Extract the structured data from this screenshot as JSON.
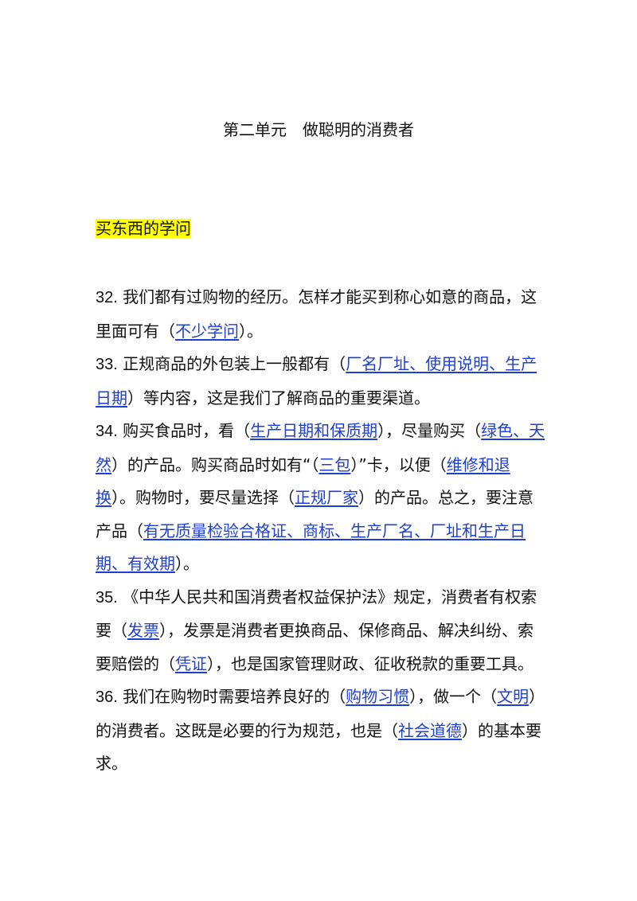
{
  "document": {
    "title": "第二单元　做聪明的消费者",
    "section_heading": "买东西的学问",
    "items": [
      {
        "number": "32.",
        "segments": [
          {
            "text": " 我们都有过购物的经历。怎样才能买到称心如意的商品，这里面可有（"
          },
          {
            "text": "不少学问",
            "answer": true
          },
          {
            "text": "）。"
          }
        ]
      },
      {
        "number": "33.",
        "segments": [
          {
            "text": " 正规商品的外包装上一般都有（"
          },
          {
            "text": "厂名厂址、使用说明、生产日期",
            "answer": true
          },
          {
            "text": "）等内容，这是我们了解商品的重要渠道。"
          }
        ]
      },
      {
        "number": "34.",
        "segments": [
          {
            "text": " 购买食品时，看（"
          },
          {
            "text": "生产日期和保质期",
            "answer": true
          },
          {
            "text": "），尽量购买（"
          },
          {
            "text": "绿色、天然",
            "answer": true
          },
          {
            "text": "）的产品。购买商品时如有“（"
          },
          {
            "text": "三包",
            "answer": true
          },
          {
            "text": "）”卡，以便（"
          },
          {
            "text": "维修和退换",
            "answer": true
          },
          {
            "text": "）。购物时，要尽量选择（"
          },
          {
            "text": "正规厂家",
            "answer": true
          },
          {
            "text": "）的产品。总之，要注意产品（"
          },
          {
            "text": "有无质量检验合格证、商标、生产厂名、厂址和生产日期、有效期",
            "answer": true
          },
          {
            "text": "）。"
          }
        ]
      },
      {
        "number": "35.",
        "segments": [
          {
            "text": " 《中华人民共和国消费者权益保护法》规定，消费者有权索要（"
          },
          {
            "text": "发票",
            "answer": true
          },
          {
            "text": "），发票是消费者更换商品、保修商品、解决纠纷、索要赔偿的（"
          },
          {
            "text": "凭证",
            "answer": true
          },
          {
            "text": "），也是国家管理财政、征收税款的重要工具。"
          }
        ]
      },
      {
        "number": "36.",
        "segments": [
          {
            "text": " 我们在购物时需要培养良好的（"
          },
          {
            "text": "购物习惯",
            "answer": true
          },
          {
            "text": "），做一个（"
          },
          {
            "text": "文明",
            "answer": true
          },
          {
            "text": "）的消费者。这既是必要的行为规范，也是（"
          },
          {
            "text": "社会道德",
            "answer": true
          },
          {
            "text": "）的基本要求。"
          }
        ]
      }
    ]
  },
  "colors": {
    "text": "#111111",
    "answer": "#1f3fd0",
    "highlight": "#ffff00"
  }
}
